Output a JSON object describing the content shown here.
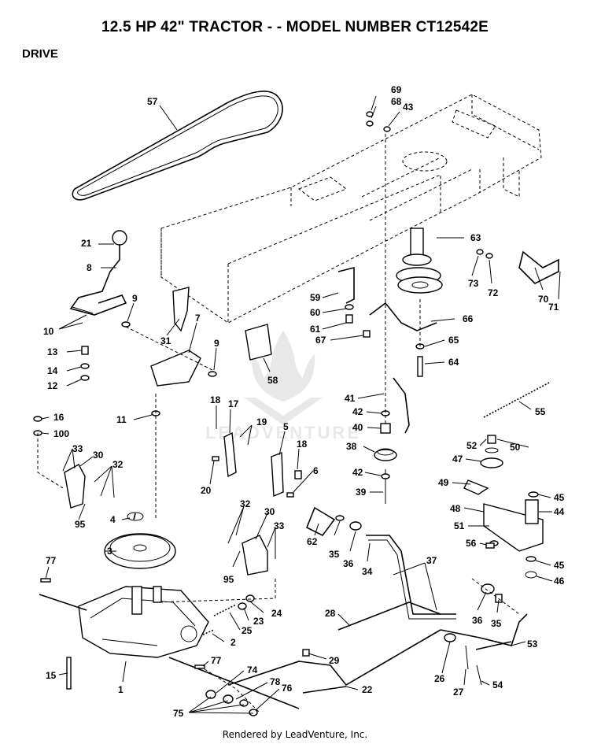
{
  "header": {
    "title": "12.5 HP 42\" TRACTOR - - MODEL NUMBER CT12542E",
    "section": "DRIVE"
  },
  "footer": {
    "text": "Rendered by LeadVenture, Inc."
  },
  "watermark": {
    "text": "LEADVENTURE"
  },
  "callouts": [
    {
      "id": "c57",
      "label": "57"
    },
    {
      "id": "c69",
      "label": "69"
    },
    {
      "id": "c68",
      "label": "68"
    },
    {
      "id": "c43",
      "label": "43"
    },
    {
      "id": "c21",
      "label": "21"
    },
    {
      "id": "c8",
      "label": "8"
    },
    {
      "id": "c63",
      "label": "63"
    },
    {
      "id": "c73",
      "label": "73"
    },
    {
      "id": "c72",
      "label": "72"
    },
    {
      "id": "c70",
      "label": "70"
    },
    {
      "id": "c71",
      "label": "71"
    },
    {
      "id": "c59",
      "label": "59"
    },
    {
      "id": "c60",
      "label": "60"
    },
    {
      "id": "c61",
      "label": "61"
    },
    {
      "id": "c66",
      "label": "66"
    },
    {
      "id": "c67",
      "label": "67"
    },
    {
      "id": "c65",
      "label": "65"
    },
    {
      "id": "c64",
      "label": "64"
    },
    {
      "id": "c9a",
      "label": "9"
    },
    {
      "id": "c10",
      "label": "10"
    },
    {
      "id": "c31",
      "label": "31"
    },
    {
      "id": "c7",
      "label": "7"
    },
    {
      "id": "c9b",
      "label": "9"
    },
    {
      "id": "c13",
      "label": "13"
    },
    {
      "id": "c14",
      "label": "14"
    },
    {
      "id": "c12",
      "label": "12"
    },
    {
      "id": "c58",
      "label": "58"
    },
    {
      "id": "c11",
      "label": "11"
    },
    {
      "id": "c18a",
      "label": "18"
    },
    {
      "id": "c17",
      "label": "17"
    },
    {
      "id": "c19",
      "label": "19"
    },
    {
      "id": "c5",
      "label": "5"
    },
    {
      "id": "c18b",
      "label": "18"
    },
    {
      "id": "c6",
      "label": "6"
    },
    {
      "id": "c20",
      "label": "20"
    },
    {
      "id": "c16",
      "label": "16"
    },
    {
      "id": "c100",
      "label": "100"
    },
    {
      "id": "c33a",
      "label": "33"
    },
    {
      "id": "c30a",
      "label": "30"
    },
    {
      "id": "c32a",
      "label": "32"
    },
    {
      "id": "c95a",
      "label": "95"
    },
    {
      "id": "c41",
      "label": "41"
    },
    {
      "id": "c42a",
      "label": "42"
    },
    {
      "id": "c40",
      "label": "40"
    },
    {
      "id": "c38",
      "label": "38"
    },
    {
      "id": "c42b",
      "label": "42"
    },
    {
      "id": "c39",
      "label": "39"
    },
    {
      "id": "c55",
      "label": "55"
    },
    {
      "id": "c52",
      "label": "52"
    },
    {
      "id": "c50",
      "label": "50"
    },
    {
      "id": "c47",
      "label": "47"
    },
    {
      "id": "c49",
      "label": "49"
    },
    {
      "id": "c45a",
      "label": "45"
    },
    {
      "id": "c44",
      "label": "44"
    },
    {
      "id": "c48",
      "label": "48"
    },
    {
      "id": "c51",
      "label": "51"
    },
    {
      "id": "c56",
      "label": "56"
    },
    {
      "id": "c45b",
      "label": "45"
    },
    {
      "id": "c46",
      "label": "46"
    },
    {
      "id": "c4",
      "label": "4"
    },
    {
      "id": "c3",
      "label": "3"
    },
    {
      "id": "c32b",
      "label": "32"
    },
    {
      "id": "c30b",
      "label": "30"
    },
    {
      "id": "c33b",
      "label": "33"
    },
    {
      "id": "c95b",
      "label": "95"
    },
    {
      "id": "c62",
      "label": "62"
    },
    {
      "id": "c35a",
      "label": "35"
    },
    {
      "id": "c36a",
      "label": "36"
    },
    {
      "id": "c34",
      "label": "34"
    },
    {
      "id": "c37",
      "label": "37"
    },
    {
      "id": "c77a",
      "label": "77"
    },
    {
      "id": "c24",
      "label": "24"
    },
    {
      "id": "c23",
      "label": "23"
    },
    {
      "id": "c25",
      "label": "25"
    },
    {
      "id": "c2",
      "label": "2"
    },
    {
      "id": "c28",
      "label": "28"
    },
    {
      "id": "c36b",
      "label": "36"
    },
    {
      "id": "c35b",
      "label": "35"
    },
    {
      "id": "c53",
      "label": "53"
    },
    {
      "id": "c29",
      "label": "29"
    },
    {
      "id": "c26",
      "label": "26"
    },
    {
      "id": "c15",
      "label": "15"
    },
    {
      "id": "c1",
      "label": "1"
    },
    {
      "id": "c77b",
      "label": "77"
    },
    {
      "id": "c74",
      "label": "74"
    },
    {
      "id": "c78",
      "label": "78"
    },
    {
      "id": "c76",
      "label": "76"
    },
    {
      "id": "c22",
      "label": "22"
    },
    {
      "id": "c27",
      "label": "27"
    },
    {
      "id": "c54",
      "label": "54"
    },
    {
      "id": "c75",
      "label": "75"
    }
  ]
}
